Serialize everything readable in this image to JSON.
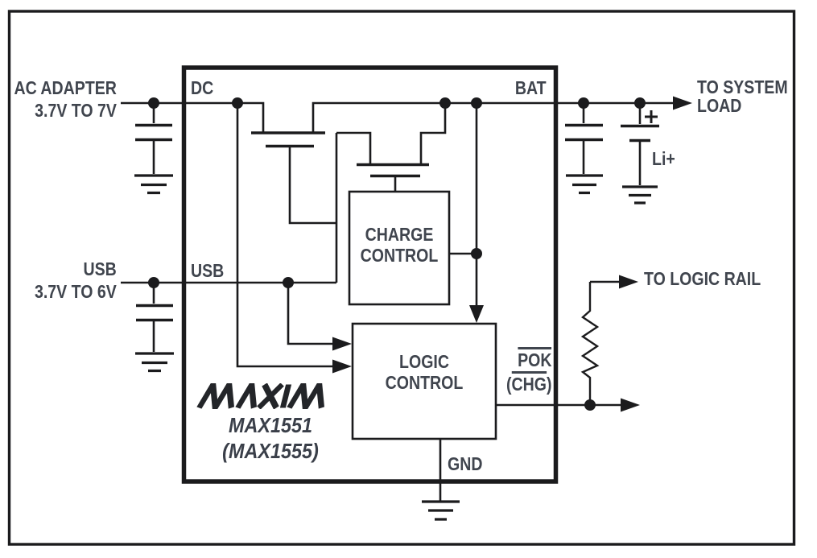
{
  "inputs": {
    "ac_adapter": {
      "name": "AC ADAPTER",
      "range": "3.7V TO 7V"
    },
    "usb": {
      "name": "USB",
      "range": "3.7V TO 6V"
    }
  },
  "ic": {
    "brand": "MAXIM",
    "part": "MAX1551",
    "part_alt": "(MAX1555)",
    "pins": {
      "dc": "DC",
      "usb": "USB",
      "bat": "BAT",
      "gnd": "GND",
      "pok": "POK",
      "chg": "CHG",
      "chg_prefix": "(",
      "chg_suffix": ")"
    },
    "blocks": {
      "charge_control": {
        "line1": "CHARGE",
        "line2": "CONTROL"
      },
      "logic_control": {
        "line1": "LOGIC",
        "line2": "CONTROL"
      }
    }
  },
  "outputs": {
    "system_load": {
      "line1": "TO SYSTEM",
      "line2": "LOAD"
    },
    "logic_rail": "TO LOGIC RAIL"
  },
  "battery": {
    "label": "Li+"
  },
  "colors": {
    "wire": "#1b1b1d",
    "label": "#40454e",
    "logo": "#232529",
    "background": "#ffffff"
  }
}
